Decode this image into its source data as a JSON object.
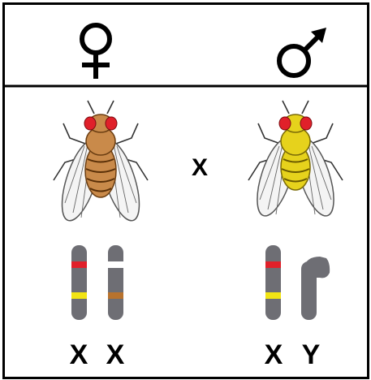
{
  "header": {
    "female_symbol": "♀",
    "male_symbol": "♂"
  },
  "cross_sign": "X",
  "female": {
    "chromosome_labels": [
      "X",
      "X"
    ],
    "body_color": "#c98a4a",
    "eye_color": "#e0202a"
  },
  "male": {
    "chromosome_labels": [
      "X",
      "Y"
    ],
    "body_color": "#e6d21c",
    "eye_color": "#e0202a"
  },
  "colors": {
    "chromosome": "#6e6e74",
    "band_red": "#e0202a",
    "band_yellow": "#f2e414",
    "band_white": "#ffffff",
    "band_brown": "#b8732e"
  }
}
